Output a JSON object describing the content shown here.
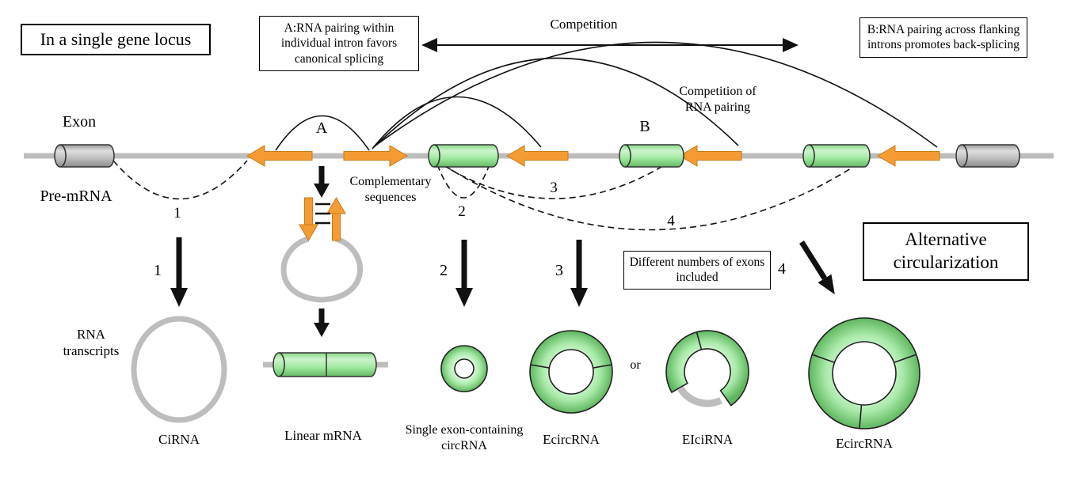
{
  "colors": {
    "exon_green": "#9fe89f",
    "exon_gray": "#bdbdbd",
    "backbone_gray": "#bdbdbd",
    "repeat_orange": "#f59b33",
    "line_black": "#111111"
  },
  "header": {
    "locus_box": "In a single gene locus",
    "pairing_a_box": "A:RNA pairing within individual intron favors canonical splicing",
    "competition": "Competition",
    "pairing_b_box": "B:RNA pairing across flanking introns promotes back-splicing"
  },
  "pre_mrna": {
    "exon_label": "Exon",
    "name": "Pre-mRNA",
    "site_a": "A",
    "site_b": "B",
    "competition_of_pairing": "Competition of RNA pairing",
    "complementary": "Complementary sequences"
  },
  "paths": {
    "arc1": "1",
    "arc2": "2",
    "arc3": "3",
    "arc4": "4",
    "arrow1": "1",
    "arrow2": "2",
    "arrow3": "3",
    "arrow4": "4"
  },
  "notes": {
    "different_exons": "Different numbers of exons included",
    "alternative_circularization": "Alternative circularization"
  },
  "products": {
    "rna_transcripts": "RNA transcripts",
    "cirna": "CiRNA",
    "linear_mrna": "Linear mRNA",
    "single_exon_circrna": "Single exon-containing circRNA",
    "ecircrna_medium": "EcircRNA",
    "or": "or",
    "eicirna": "EIciRNA",
    "ecircrna_large": "EcircRNA"
  }
}
